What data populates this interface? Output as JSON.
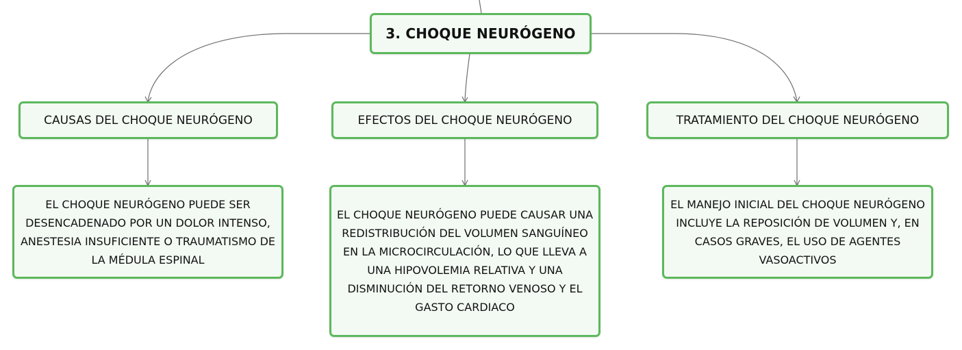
{
  "central_topic": "3. CHOQUE NEURÓGENO",
  "topics": [
    {
      "title": "CAUSAS DEL CHOQUE NEURÓGENO",
      "detail": "EL CHOQUE NEURÓGENO PUEDE SER DESENCADENADO POR UN DOLOR INTENSO, ANESTESIA INSUFICIENTE O TRAUMATISMO DE LA MÉDULA ESPINAL"
    },
    {
      "title": "EFECTOS DEL CHOQUE NEURÓGENO",
      "detail": "EL CHOQUE NEURÓGENO PUEDE CAUSAR UNA REDISTRIBUCIÓN DEL VOLUMEN SANGUÍNEO EN LA MICROCIRCULACIÓN, LO QUE LLEVA A UNA HIPOVOLEMIA RELATIVA Y UNA DISMINUCIÓN DEL RETORNO VENOSO Y EL GASTO CARDIACO"
    },
    {
      "title": "TRATAMIENTO DEL CHOQUE NEURÓGENO",
      "detail": "EL MANEJO INICIAL DEL CHOQUE NEURÓGENO INCLUYE LA REPOSICIÓN DE VOLUMEN Y, EN CASOS GRAVES, EL USO DE AGENTES VASOACTIVOS"
    }
  ],
  "colors": {
    "node_border": "#5cb85c",
    "node_fill": "#f3faf3",
    "connector": "#6e6e6e",
    "text": "#111111"
  }
}
